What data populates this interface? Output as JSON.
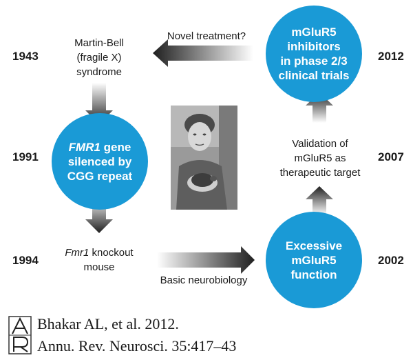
{
  "years": {
    "y1943": "1943",
    "y1991": "1991",
    "y1994": "1994",
    "y2012": "2012",
    "y2007": "2007",
    "y2002": "2002"
  },
  "captions": {
    "martin_bell": [
      "Martin-Bell",
      "(fragile X)",
      "syndrome"
    ],
    "knockout": {
      "italic": "Fmr1",
      "rest": " knockout",
      "line2": "mouse"
    },
    "validation": [
      "Validation of",
      "mGluR5 as",
      "therapeutic target"
    ],
    "novel_treatment": "Novel treatment?",
    "basic_neuro": "Basic neurobiology"
  },
  "circles": {
    "fmr1": {
      "italic": "FMR1",
      "rest": " gene",
      "line2": "silenced by",
      "line3": "CGG repeat"
    },
    "inhibitors": [
      "mGluR5",
      "inhibitors",
      "in phase 2/3",
      "clinical trials"
    ],
    "excessive": [
      "Excessive",
      "mGluR5",
      "function"
    ]
  },
  "citation": {
    "line1": "Bhakar AL, et al. 2012.",
    "line2": "Annu. Rev. Neurosci. 35:417–43"
  },
  "colors": {
    "circle_blue": "#1a9ad6",
    "arrow_dark": "#1f1f1f"
  },
  "icons": {
    "logo": "annual-reviews-logo",
    "photo": "boy-holding-turtle-photo"
  }
}
